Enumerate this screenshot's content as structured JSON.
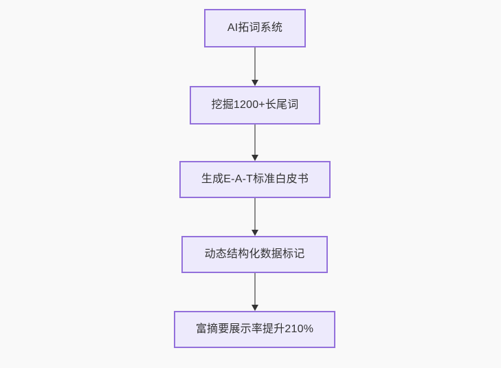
{
  "diagram": {
    "type": "flowchart",
    "direction": "top-to-bottom",
    "background_color": "#f9f9f9",
    "node_fill_color": "#edeafc",
    "node_border_color": "#9370db",
    "node_text_color": "#333333",
    "connector_line_color": "#8a8a8a",
    "connector_arrow_color": "#333333",
    "nodes": [
      {
        "id": "node-0",
        "label": "AI拓词系统"
      },
      {
        "id": "node-1",
        "label": "挖掘1200+长尾词"
      },
      {
        "id": "node-2",
        "label": "生成E-A-T标准白皮书"
      },
      {
        "id": "node-3",
        "label": "动态结构化数据标记"
      },
      {
        "id": "node-4",
        "label": "富摘要展示率提升210%"
      }
    ],
    "edges": [
      {
        "id": "connector-0",
        "from": "node-0",
        "to": "node-1",
        "arrow": "arrow-down-icon"
      },
      {
        "id": "connector-1",
        "from": "node-1",
        "to": "node-2",
        "arrow": "arrow-down-icon"
      },
      {
        "id": "connector-2",
        "from": "node-2",
        "to": "node-3",
        "arrow": "arrow-down-icon"
      },
      {
        "id": "connector-3",
        "from": "node-3",
        "to": "node-4",
        "arrow": "arrow-down-icon"
      }
    ]
  }
}
